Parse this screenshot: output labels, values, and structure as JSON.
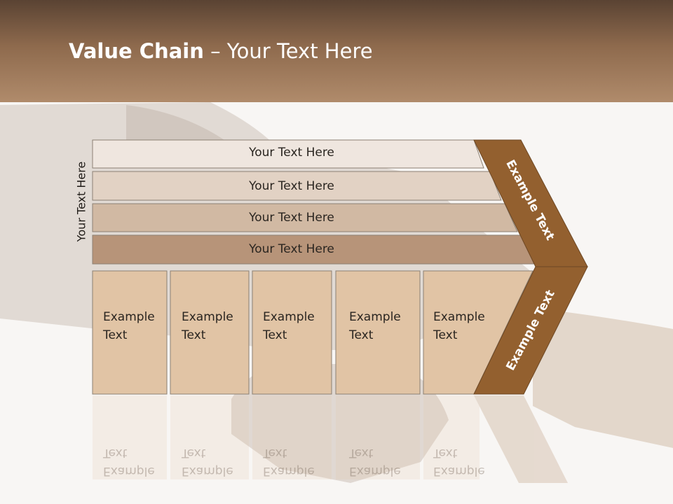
{
  "slide": {
    "title_bold": "Value Chain",
    "title_rest": " – Your Text Here"
  },
  "diagram": {
    "side_label": "Your Text Here",
    "bars": [
      "Your Text Here",
      "Your Text Here",
      "Your Text Here",
      "Your Text Here"
    ],
    "columns": [
      {
        "line1": "Example",
        "line2": "Text"
      },
      {
        "line1": "Example",
        "line2": "Text"
      },
      {
        "line1": "Example",
        "line2": "Text"
      },
      {
        "line1": "Example",
        "line2": "Text"
      },
      {
        "line1": "Example",
        "line2": "Text"
      }
    ],
    "chevron_top": "Example Text",
    "chevron_bottom": "Example Text"
  },
  "colors": {
    "header_dark": "#5a4333",
    "header_light": "#b08b6b",
    "chevron": "#93602f",
    "bar_1": "#efe6df",
    "bar_2": "#e2d2c4",
    "bar_3": "#d1b9a3",
    "bar_4": "#b79479",
    "column": "#e1c4a5"
  }
}
